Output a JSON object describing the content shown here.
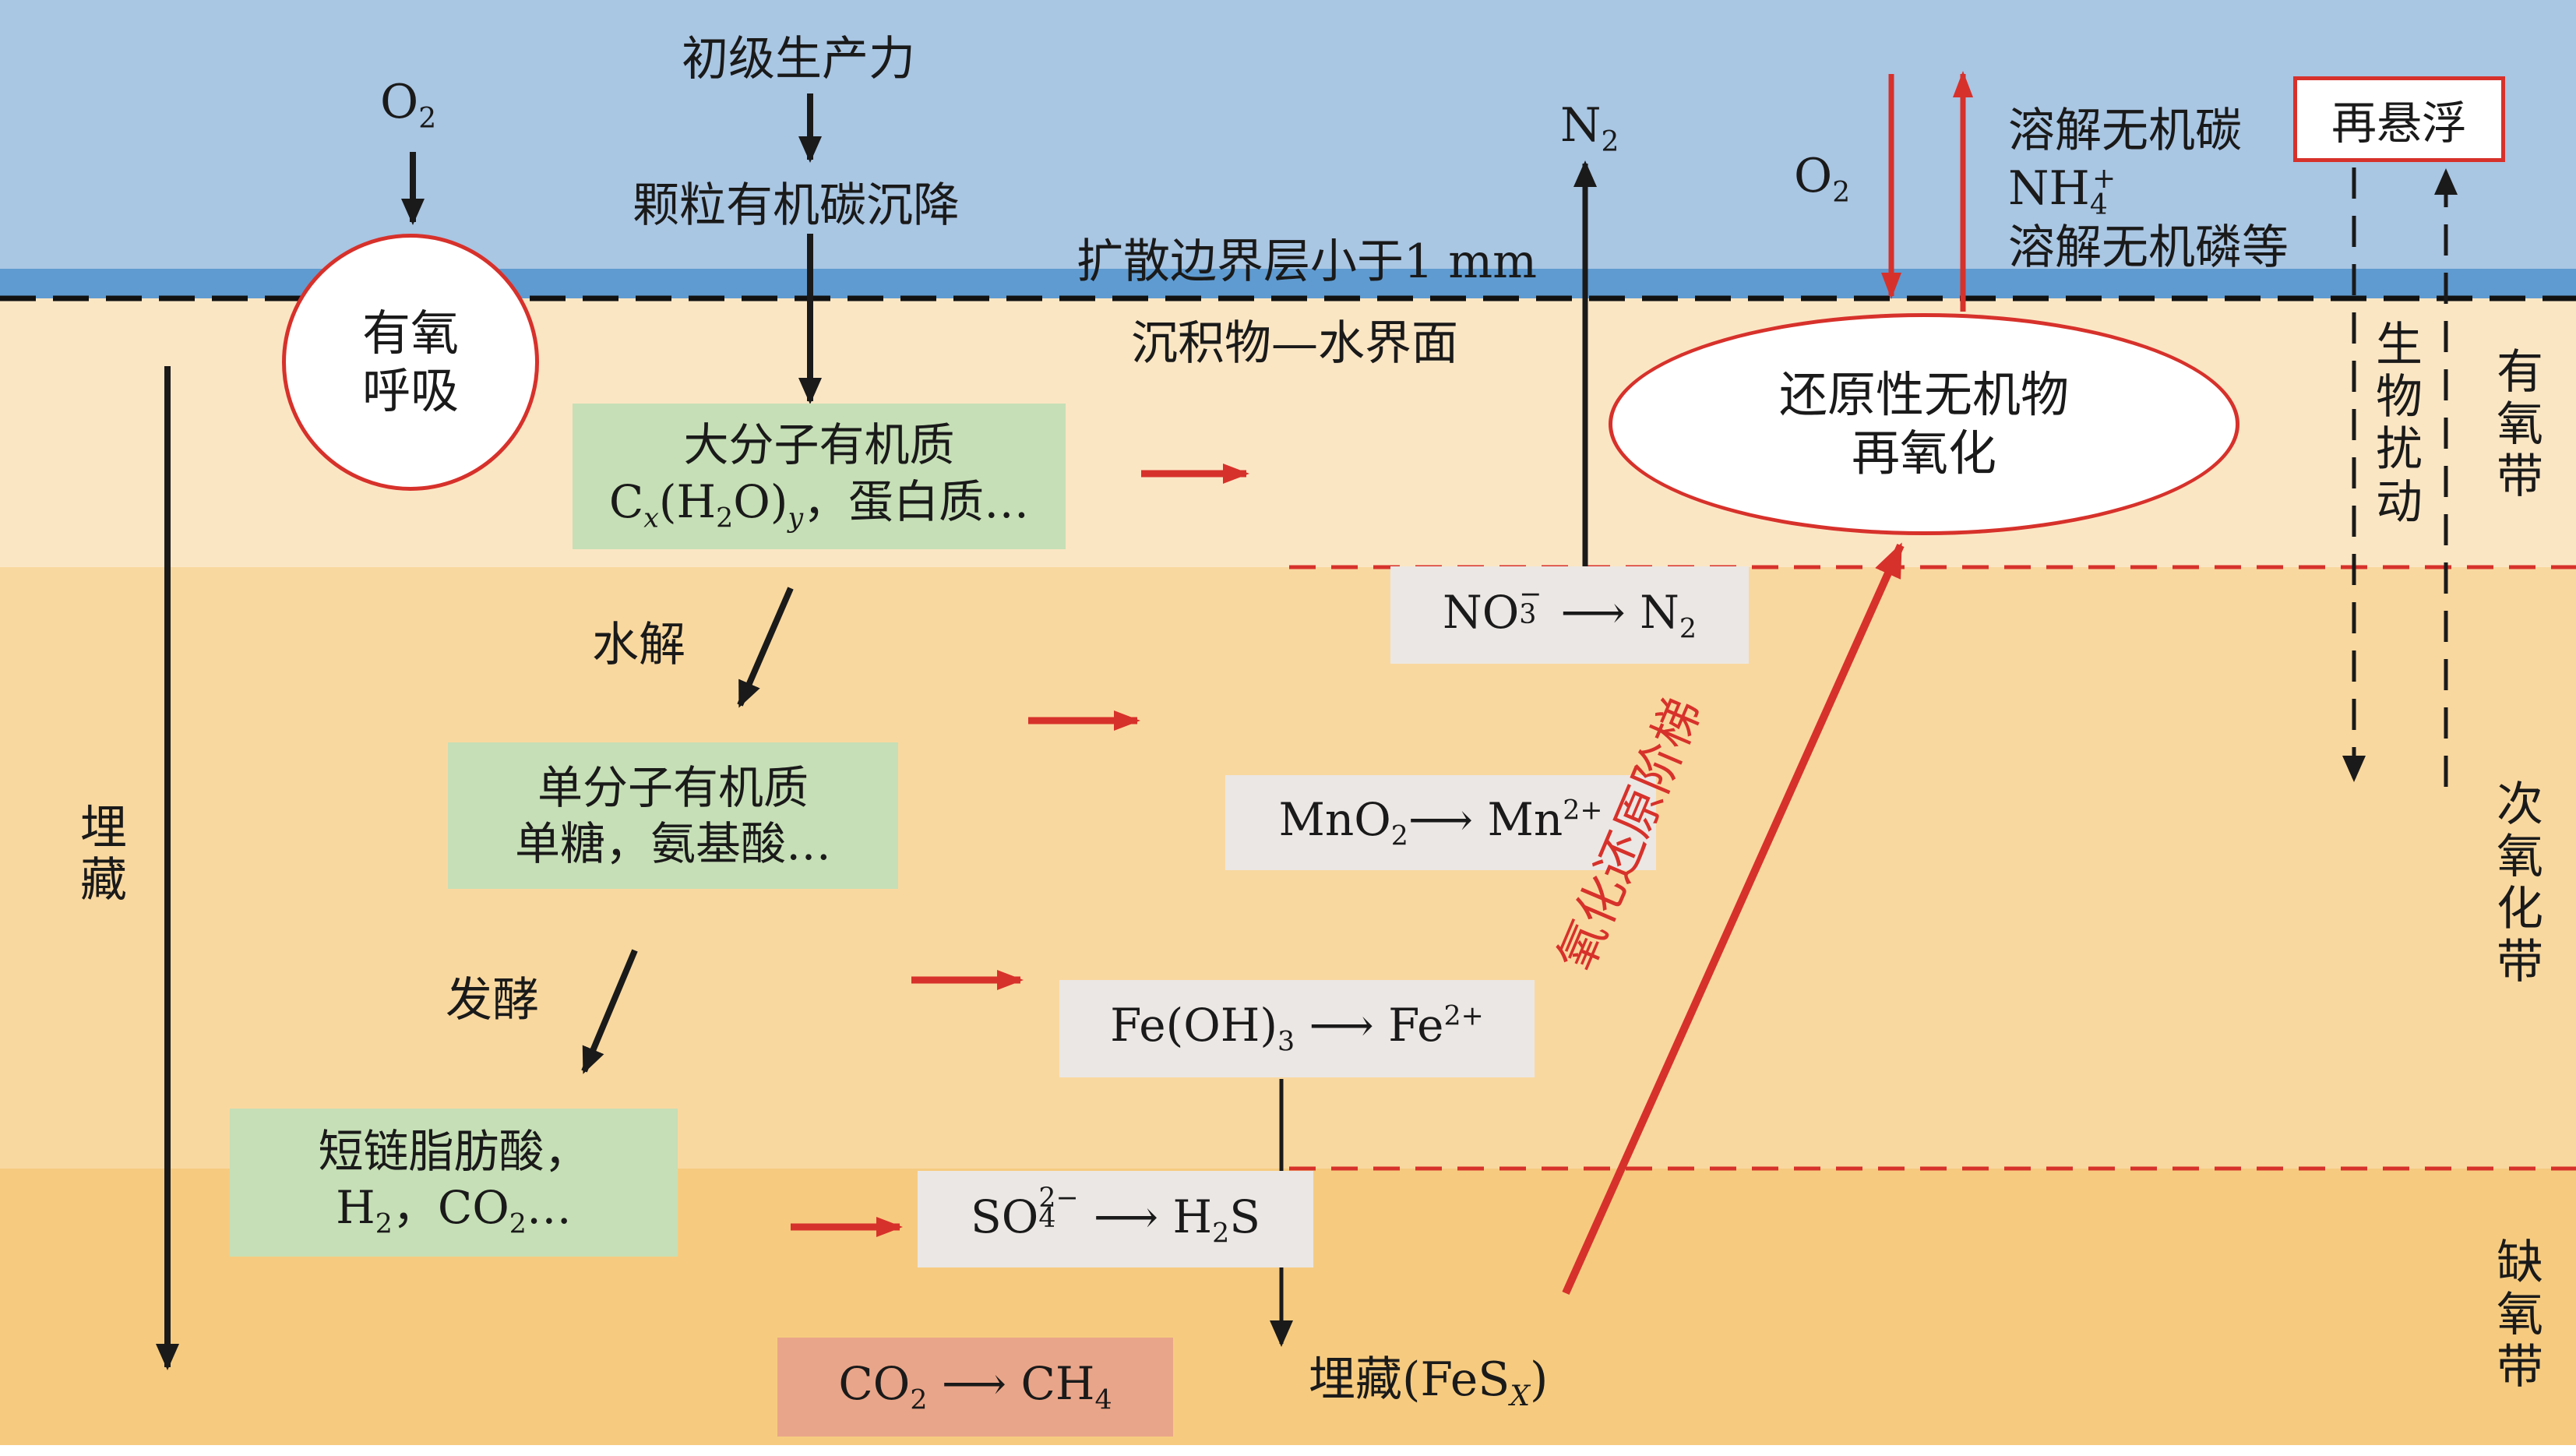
{
  "layers": {
    "water_color": "#a9c6e3",
    "water_band_color": "#5f9bd0",
    "oxic_color": "#fbe6c4",
    "suboxic_color": "#f9d89f",
    "anoxic_color": "#f6cb80"
  },
  "labels": {
    "o2_left": "O",
    "o2_left_sub": "2",
    "primary_production": "初级生产力",
    "particulate_settling": "颗粒有机碳沉降",
    "diffusive_boundary": "扩散边界层小于1 mm",
    "sediment_water_interface": "沉积物—水界面",
    "n2_top": "N",
    "n2_top_sub": "2",
    "o2_right": "O",
    "o2_right_sub": "2",
    "dissolved_inorganic_carbon": "溶解无机碳",
    "nh4": "NH",
    "nh4_sub": "4",
    "nh4_sup": "+",
    "dissolved_inorganic_phosphorus": "溶解无机磷等",
    "resuspension": "再悬浮",
    "aerobic_respiration_line1": "有氧",
    "aerobic_respiration_line2": "呼吸",
    "bioturbation": "生物扰动",
    "burial_left": "埋藏",
    "hydrolysis": "水解",
    "fermentation": "发酵",
    "redox_ladder": "氧化还原阶梯",
    "reoxidation_line1": "还原性无机物",
    "reoxidation_line2": "再氧化",
    "burial_fes_prefix": "埋藏(FeS",
    "burial_fes_sub": "X",
    "burial_fes_suffix": ")",
    "zone_oxic": "有氧带",
    "zone_suboxic": "次氧化带",
    "zone_anoxic": "缺氧带"
  },
  "boxes": {
    "macromolecular_title": "大分子有机质",
    "macromolecular_formula_c": "C",
    "macromolecular_formula_x": "x",
    "macromolecular_formula_mid": "(H",
    "macromolecular_formula_2": "2",
    "macromolecular_formula_o": "O)",
    "macromolecular_formula_y": "y",
    "macromolecular_formula_rest": "，蛋白质…",
    "monomer_title": "单分子有机质",
    "monomer_detail": "单糖，氨基酸…",
    "scfa_title": "短链脂肪酸，",
    "scfa_h": "H",
    "scfa_h_sub": "2",
    "scfa_co": "，CO",
    "scfa_co_sub": "2",
    "scfa_rest": "…",
    "no3_no": "NO",
    "no3_sub": "3",
    "no3_sup": "−",
    "no3_arrow": " ⟶ N",
    "no3_n2_sub": "2",
    "mno2_mno": "MnO",
    "mno2_sub": "2",
    "mno2_arrow": "⟶ Mn",
    "mno2_sup": "2+",
    "fe_left": "Fe(OH)",
    "fe_sub": "3",
    "fe_arrow": " ⟶ Fe",
    "fe_sup": "2+",
    "so4_so": "SO",
    "so4_sub": "4",
    "so4_sup": "2−",
    "so4_arrow": " ⟶ H",
    "so4_h2s_sub": "2",
    "so4_s": "S",
    "co2_co": "CO",
    "co2_sub": "2",
    "co2_arrow": " ⟶ CH",
    "co2_ch4_sub": "4"
  }
}
